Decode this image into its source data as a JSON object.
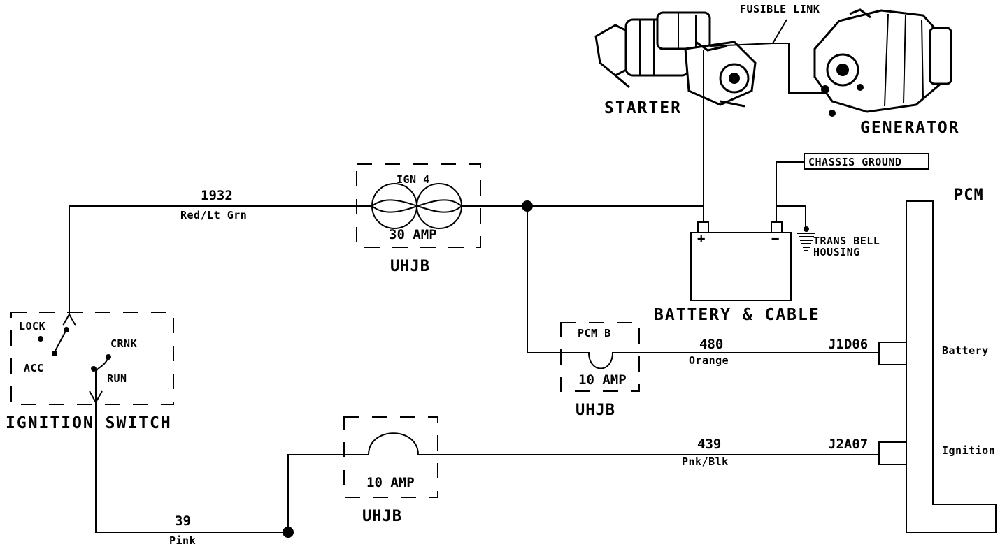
{
  "components": {
    "starter": "STARTER",
    "generator": "GENERATOR",
    "fusible_link": "FUSIBLE LINK",
    "chassis_ground": "CHASSIS GROUND",
    "trans_bell_line1": "TRANS BELL",
    "trans_bell_line2": "HOUSING",
    "battery": "BATTERY & CABLE",
    "battery_plus": "+",
    "battery_minus": "−",
    "pcm": "PCM",
    "ignition_switch": "IGNITION SWITCH"
  },
  "fuses": {
    "ign4": {
      "name": "IGN 4",
      "rating": "30 AMP",
      "block": "UHJB"
    },
    "pcmb": {
      "name": "PCM B",
      "rating": "10 AMP",
      "block": "UHJB"
    },
    "ign_fuse": {
      "rating": "10 AMP",
      "block": "UHJB"
    }
  },
  "switch_positions": [
    "LOCK",
    "ACC",
    "CRNK",
    "RUN"
  ],
  "wires": {
    "w1932": {
      "circuit": "1932",
      "color": "Red/Lt Grn"
    },
    "w480": {
      "circuit": "480",
      "color": "Orange"
    },
    "w439": {
      "circuit": "439",
      "color": "Pnk/Blk"
    },
    "w39": {
      "circuit": "39",
      "color": "Pink"
    }
  },
  "pcm_pins": {
    "battery": {
      "connector": "J1D06",
      "label": "Battery"
    },
    "ignition": {
      "connector": "J2A07",
      "label": "Ignition"
    }
  }
}
